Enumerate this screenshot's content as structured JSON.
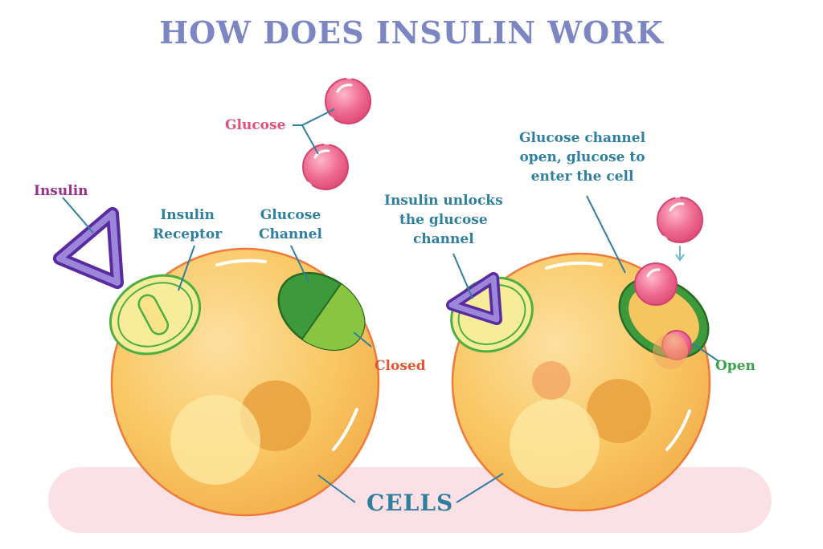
{
  "title": "HOW DOES INSULIN WORK",
  "labels": {
    "glucose": "Glucose",
    "insulin": "Insulin",
    "insulin_receptor": "Insulin\nReceptor",
    "glucose_channel": "Glucose\nChannel",
    "closed": "Closed",
    "insulin_unlocks": "Insulin unlocks\nthe glucose\nchannel",
    "channel_open_note": "Glucose channel\nopen, glucose to\nenter the cell",
    "open": "Open",
    "cells": "CELLS"
  },
  "colors": {
    "title": "#7b86c2",
    "label_blue": "#2f7f9f",
    "glucose": "#e0507a",
    "insulin": "#9b2f8f",
    "closed": "#e2572f",
    "open": "#3aa24a",
    "cell_fill": "#f8c86b",
    "cell_outline": "#ef7a3a",
    "channel_green": "#4caf3f",
    "receptor_fill": "#f7ec9a",
    "background_band": "#fbe0e6"
  },
  "icons": [
    "glucose-molecule-icon",
    "insulin-triangle-icon",
    "down-arrow-icon"
  ]
}
